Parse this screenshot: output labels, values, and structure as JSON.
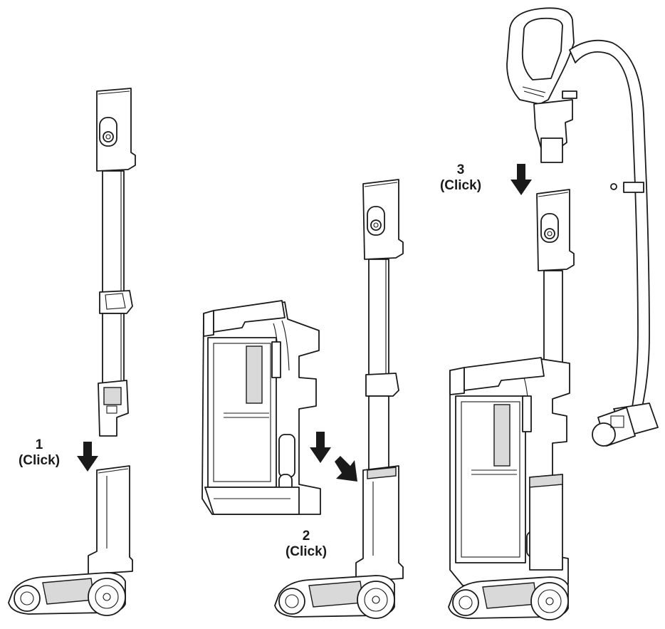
{
  "steps": [
    {
      "number": "1",
      "action": "(Click)"
    },
    {
      "number": "2",
      "action": "(Click)"
    },
    {
      "number": "3",
      "action": "(Click)"
    }
  ],
  "icons": {
    "arrow": "arrow-down-icon",
    "arrow_diagonal": "arrow-down-right-icon"
  }
}
